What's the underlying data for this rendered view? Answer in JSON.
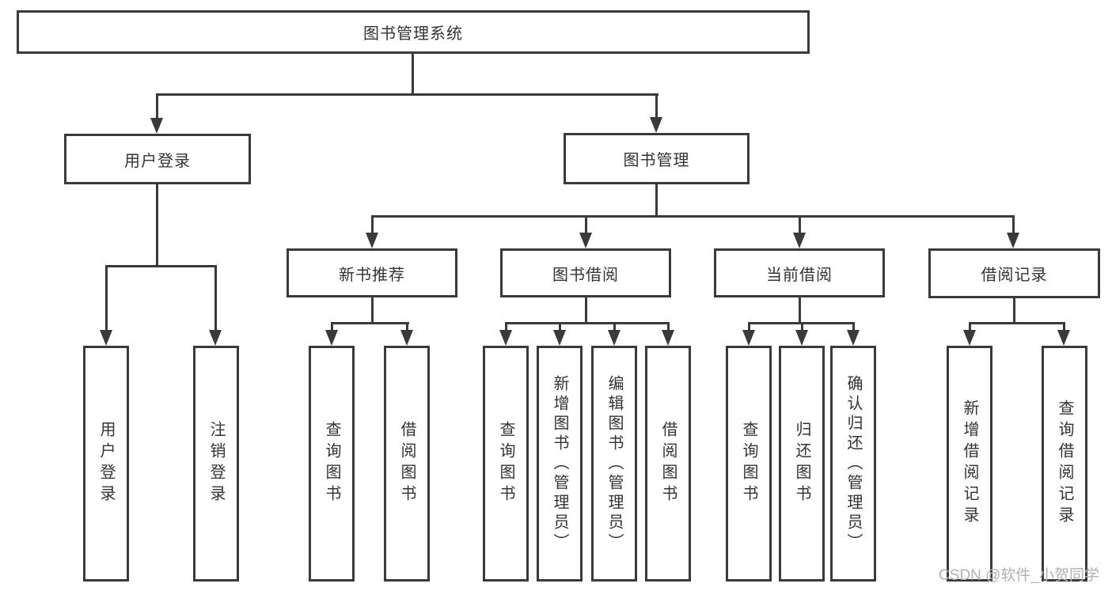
{
  "diagram": {
    "type": "tree",
    "root": {
      "label": "图书管理系统"
    },
    "level2": [
      {
        "id": "user-login-group",
        "label": "用户登录",
        "parent": "图书管理系统"
      },
      {
        "id": "book-management",
        "label": "图书管理",
        "parent": "图书管理系统"
      }
    ],
    "level3": [
      {
        "id": "new-book-recommend",
        "label": "新书推荐",
        "parent": "图书管理"
      },
      {
        "id": "book-borrow",
        "label": "图书借阅",
        "parent": "图书管理"
      },
      {
        "id": "current-borrow",
        "label": "当前借阅",
        "parent": "图书管理"
      },
      {
        "id": "borrow-records",
        "label": "借阅记录",
        "parent": "图书管理"
      }
    ],
    "leaves": [
      {
        "id": "user-login",
        "label": "用户登录",
        "parent": "用户登录"
      },
      {
        "id": "logout",
        "label": "注销登录",
        "parent": "用户登录"
      },
      {
        "id": "query-books-recommend",
        "label": "查询图书",
        "parent": "新书推荐"
      },
      {
        "id": "borrow-books-recommend",
        "label": "借阅图书",
        "parent": "新书推荐"
      },
      {
        "id": "query-books-borrow",
        "label": "查询图书",
        "parent": "图书借阅"
      },
      {
        "id": "add-book-admin",
        "label": "新增图书（管理员）",
        "parent": "图书借阅"
      },
      {
        "id": "edit-book-admin",
        "label": "编辑图书（管理员）",
        "parent": "图书借阅"
      },
      {
        "id": "borrow-books",
        "label": "借阅图书",
        "parent": "图书借阅"
      },
      {
        "id": "query-books-current",
        "label": "查询图书",
        "parent": "当前借阅"
      },
      {
        "id": "return-books",
        "label": "归还图书",
        "parent": "当前借阅"
      },
      {
        "id": "confirm-return-admin",
        "label": "确认归还（管理员）",
        "parent": "当前借阅"
      },
      {
        "id": "add-borrow-record",
        "label": "新增借阅记录",
        "parent": "借阅记录"
      },
      {
        "id": "query-borrow-record",
        "label": "查询借阅记录",
        "parent": "借阅记录"
      }
    ],
    "watermark": "CSDN @软件_小贺同学",
    "colors": {
      "line": "#3a3a3a",
      "text": "#333333",
      "background": "#ffffff",
      "watermark": "#b2b2b2"
    }
  }
}
